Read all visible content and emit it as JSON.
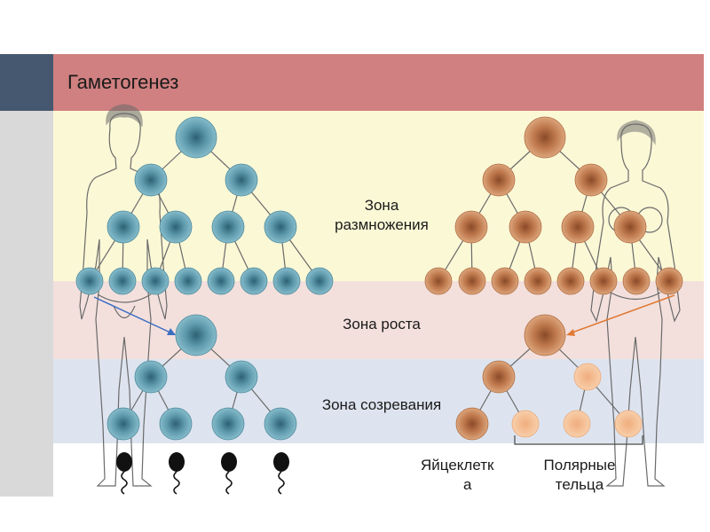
{
  "title": "Гаметогенез",
  "zones": {
    "reproduction_line1": "Зона",
    "reproduction_line2": "размножения",
    "growth": "Зона роста",
    "maturation": "Зона созревания"
  },
  "labels": {
    "egg_line1": "Яйцеклетк",
    "egg_line2": "а",
    "polar_line1": "Полярные",
    "polar_line2": "тельца"
  },
  "colors": {
    "title_bar": "#d08080",
    "left_accent": "#465870",
    "reproduction_zone": "#fbf8d6",
    "growth_zone": "#f3e0dd",
    "maturation_zone": "#dde4ef",
    "male_cell": "#6fa7b8",
    "female_cell": "#c8875a",
    "polar_body": "#f4c29a"
  }
}
